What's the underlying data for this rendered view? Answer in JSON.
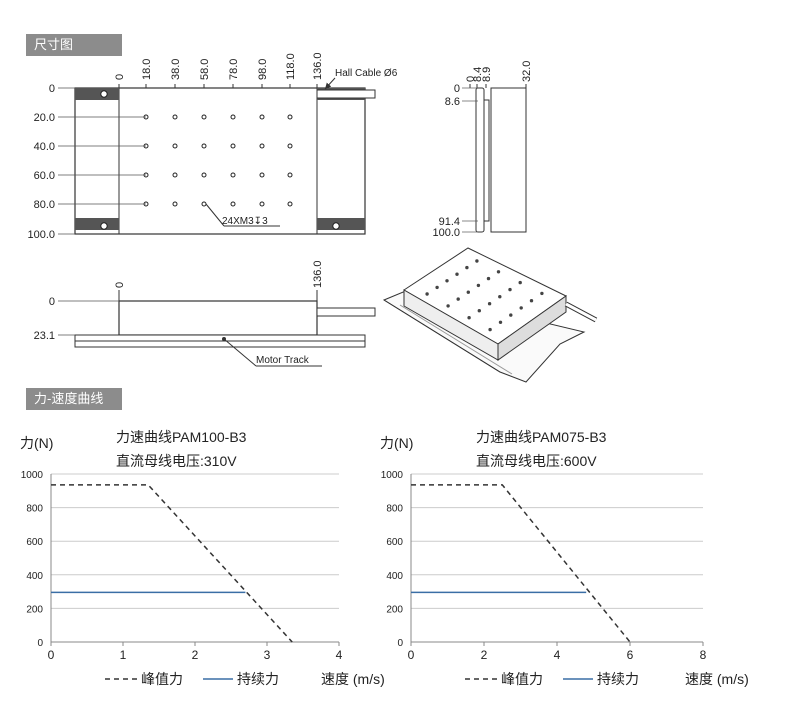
{
  "sections": {
    "dimensions": "尺寸图",
    "force_speed": "力-速度曲线"
  },
  "top_view": {
    "x_ticks": [
      "0",
      "18.0",
      "38.0",
      "58.0",
      "78.0",
      "98.0",
      "118.0",
      "136.0"
    ],
    "y_ticks": [
      "0",
      "20.0",
      "40.0",
      "60.0",
      "80.0",
      "100.0"
    ],
    "cable_label": "Hall Cable Ø6",
    "hole_label": "24XM3↧3"
  },
  "side_view": {
    "top_ticks": [
      "0",
      "8.4",
      "8.9",
      "32.0"
    ],
    "left_ticks": [
      "0",
      "8.6",
      "91.4",
      "100.0"
    ]
  },
  "front_view": {
    "x_ticks": [
      "0",
      "136.0"
    ],
    "y_ticks": [
      "0",
      "23.1"
    ],
    "track_label": "Motor Track"
  },
  "chart_common": {
    "y_unit": "力(N)",
    "x_unit": "速度 (m/s)",
    "legend_peak": "峰值力",
    "legend_cont": "持续力",
    "colors": {
      "peak": "#333333",
      "cont": "#3a6ea5",
      "grid": "#cccccc"
    }
  },
  "chart_data": [
    {
      "type": "line",
      "title": "力速曲线PAM100-B3",
      "subtitle": "直流母线电压:310V",
      "ylabel": "力(N)",
      "xlabel": "速度 (m/s)",
      "xlim": [
        0,
        4
      ],
      "ylim": [
        0,
        1000
      ],
      "x_ticks": [
        0,
        1,
        2,
        3,
        4
      ],
      "y_ticks": [
        0,
        200,
        400,
        600,
        800,
        1000
      ],
      "grid": true,
      "legend": "bottom",
      "series": [
        {
          "name": "峰值力",
          "style": "dashed",
          "x": [
            0,
            1.35,
            3.35
          ],
          "y": [
            935,
            935,
            0
          ]
        },
        {
          "name": "持续力",
          "style": "solid",
          "x": [
            0,
            2.7
          ],
          "y": [
            295,
            295
          ]
        }
      ]
    },
    {
      "type": "line",
      "title": "力速曲线PAM075-B3",
      "subtitle": "直流母线电压:600V",
      "ylabel": "力(N)",
      "xlabel": "速度 (m/s)",
      "xlim": [
        0,
        8
      ],
      "ylim": [
        0,
        1000
      ],
      "x_ticks": [
        0,
        2,
        4,
        6,
        8
      ],
      "y_ticks": [
        0,
        200,
        400,
        600,
        800,
        1000
      ],
      "grid": true,
      "legend": "bottom",
      "series": [
        {
          "name": "峰值力",
          "style": "dashed",
          "x": [
            0,
            2.5,
            6.0
          ],
          "y": [
            935,
            935,
            0
          ]
        },
        {
          "name": "持续力",
          "style": "solid",
          "x": [
            0,
            4.8
          ],
          "y": [
            295,
            295
          ]
        }
      ]
    }
  ]
}
